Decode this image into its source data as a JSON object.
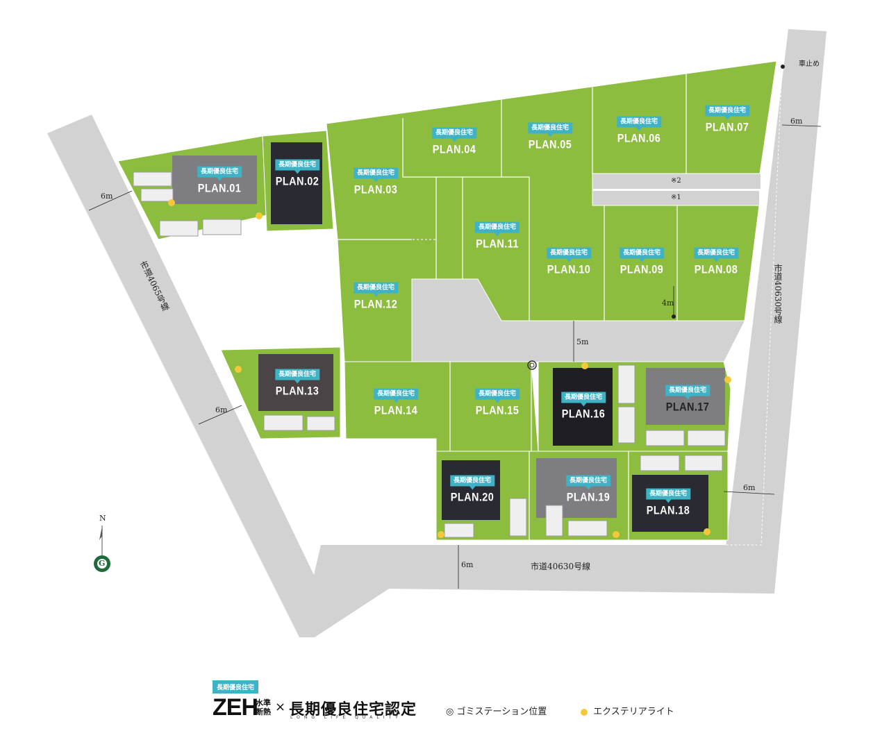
{
  "colors": {
    "lot_green": "#8dbd3f",
    "road_gray": "#d2d2d2",
    "badge_teal": "#3fb3c5",
    "house_dark": "#2a2a33",
    "house_gray": "#7d7d82",
    "compass_green": "#1f6b3a"
  },
  "badge_text": "長期優良住宅",
  "plans": [
    {
      "id": "PLAN.01",
      "badge": "長期優良住宅"
    },
    {
      "id": "PLAN.02",
      "badge": "長期優良住宅"
    },
    {
      "id": "PLAN.03",
      "badge": "長期優良住宅"
    },
    {
      "id": "PLAN.04",
      "badge": "長期優良住宅"
    },
    {
      "id": "PLAN.05",
      "badge": "長期優良住宅"
    },
    {
      "id": "PLAN.06",
      "badge": "長期優良住宅"
    },
    {
      "id": "PLAN.07",
      "badge": "長期優良住宅"
    },
    {
      "id": "PLAN.08",
      "badge": "長期優良住宅"
    },
    {
      "id": "PLAN.09",
      "badge": "長期優良住宅"
    },
    {
      "id": "PLAN.10",
      "badge": "長期優良住宅"
    },
    {
      "id": "PLAN.11",
      "badge": "長期優良住宅"
    },
    {
      "id": "PLAN.12",
      "badge": "長期優良住宅"
    },
    {
      "id": "PLAN.13",
      "badge": "長期優良住宅"
    },
    {
      "id": "PLAN.14",
      "badge": "長期優良住宅"
    },
    {
      "id": "PLAN.15",
      "badge": "長期優良住宅"
    },
    {
      "id": "PLAN.16",
      "badge": "長期優良住宅"
    },
    {
      "id": "PLAN.17",
      "badge": "長期優良住宅"
    },
    {
      "id": "PLAN.18",
      "badge": "長期優良住宅"
    },
    {
      "id": "PLAN.19",
      "badge": "長期優良住宅"
    },
    {
      "id": "PLAN.20",
      "badge": "長期優良住宅"
    }
  ],
  "roads": {
    "left": "市道4065号線",
    "right": "市道40630号線",
    "bottom": "市道40630号線"
  },
  "dimensions": {
    "left_upper": "6m",
    "left_lower": "6m",
    "top_right": "6m",
    "right_lower": "6m",
    "bottom": "6m",
    "inner": "5m",
    "lane": "4m"
  },
  "notes": {
    "stop": "車止め",
    "note1": "※1",
    "note2": "※2"
  },
  "compass": {
    "north": "N",
    "mark": "G"
  },
  "legend": {
    "badge": "長期優良住宅",
    "zeh": "ZEH",
    "zeh_sub": "水準断熱",
    "times": "×",
    "certification": "長期優良住宅認定",
    "tagline": "LONG LIFE QUALITY",
    "garbage_symbol": "◎",
    "garbage": "ゴミステーション位置",
    "light": "エクステリアライト"
  }
}
